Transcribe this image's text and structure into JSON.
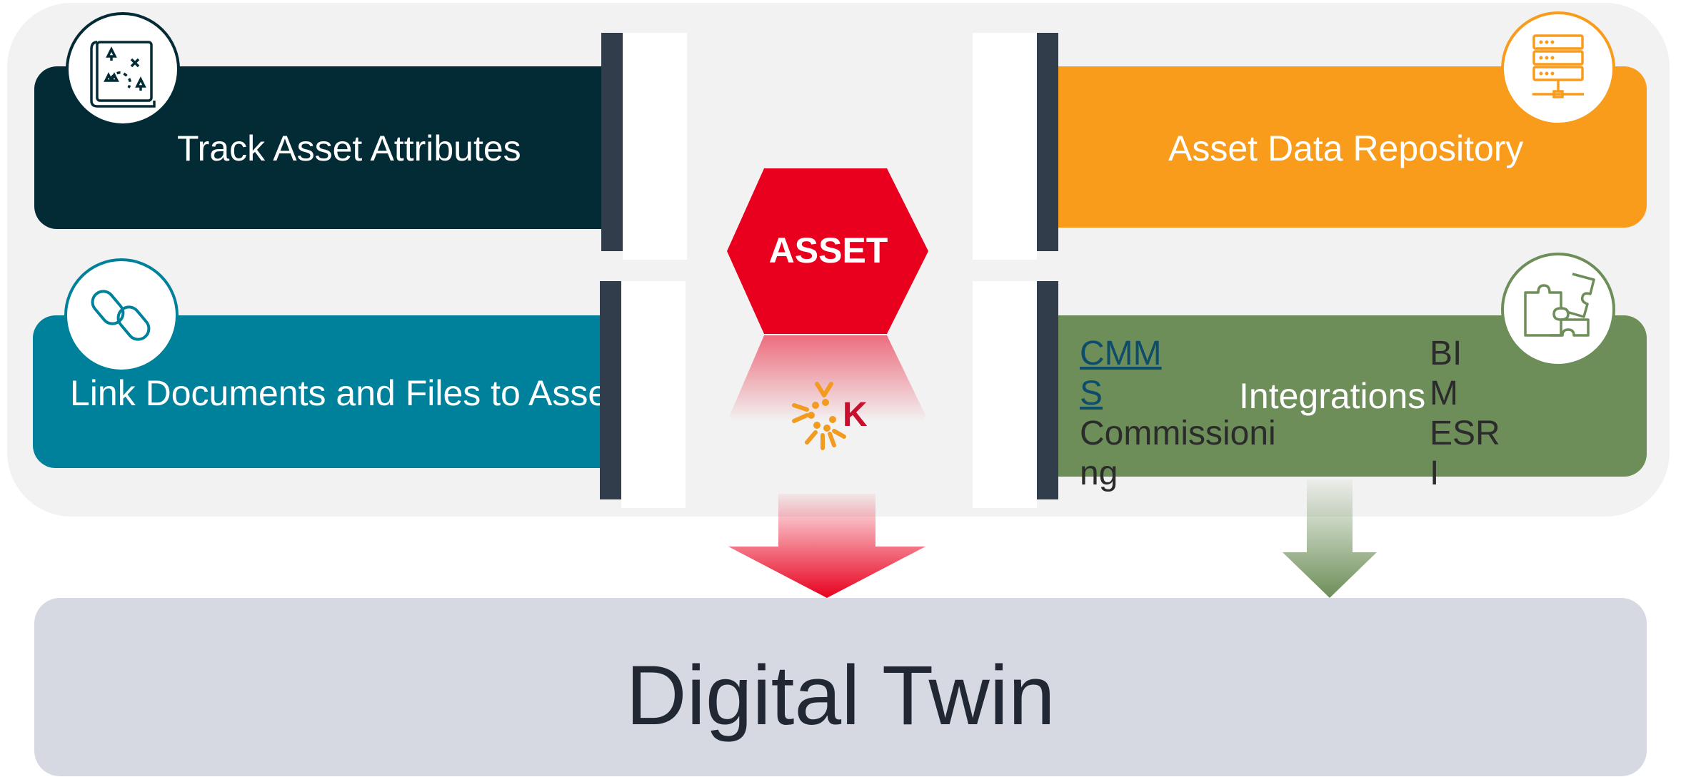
{
  "colors": {
    "panel": "#f2f2f2",
    "track": "#022b35",
    "link": "#00819b",
    "repository": "#f99c1c",
    "integrations": "#6d8e58",
    "asset": "#e8001e",
    "twin": "#d6d9e1",
    "divider": "#313d4b"
  },
  "cards": {
    "track": {
      "title": "Track Asset Attributes",
      "icon": "treasure-map-icon"
    },
    "link": {
      "title": "Link Documents and Files to Asse",
      "icon": "chain-link-icon"
    },
    "repository": {
      "title": "Asset Data Repository",
      "icon": "server-rack-icon"
    },
    "integrations": {
      "title": "Integrations",
      "icon": "puzzle-pieces-icon",
      "left_items": [
        "CMM",
        "S",
        "Commissioni",
        "ng"
      ],
      "right_items": [
        "BI",
        "M",
        "ESR",
        "I"
      ]
    }
  },
  "center": {
    "badge": "ASSET",
    "logo_icon": "kahua-logo-icon",
    "logo_letter": "K"
  },
  "footer": {
    "title": "Digital Twin"
  }
}
